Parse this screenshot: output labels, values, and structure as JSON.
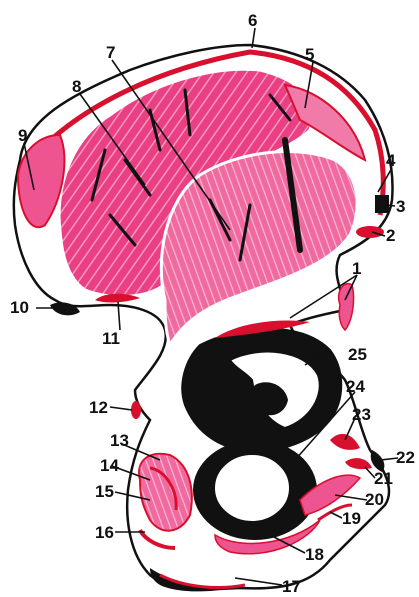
{
  "figure": {
    "labels": [
      "1",
      "2",
      "3",
      "4",
      "5",
      "6",
      "7",
      "8",
      "9",
      "10",
      "11",
      "12",
      "13",
      "14",
      "15",
      "16",
      "17",
      "18",
      "19",
      "20",
      "21",
      "22",
      "23",
      "24",
      "25"
    ]
  },
  "colors": {
    "outline": "#111111",
    "muscle_pink": "#e8337a",
    "muscle_light": "#f07aa8",
    "muscle_dark": "#c0104e",
    "attachment_red": "#d8102e",
    "bone_white": "#ffffff"
  }
}
